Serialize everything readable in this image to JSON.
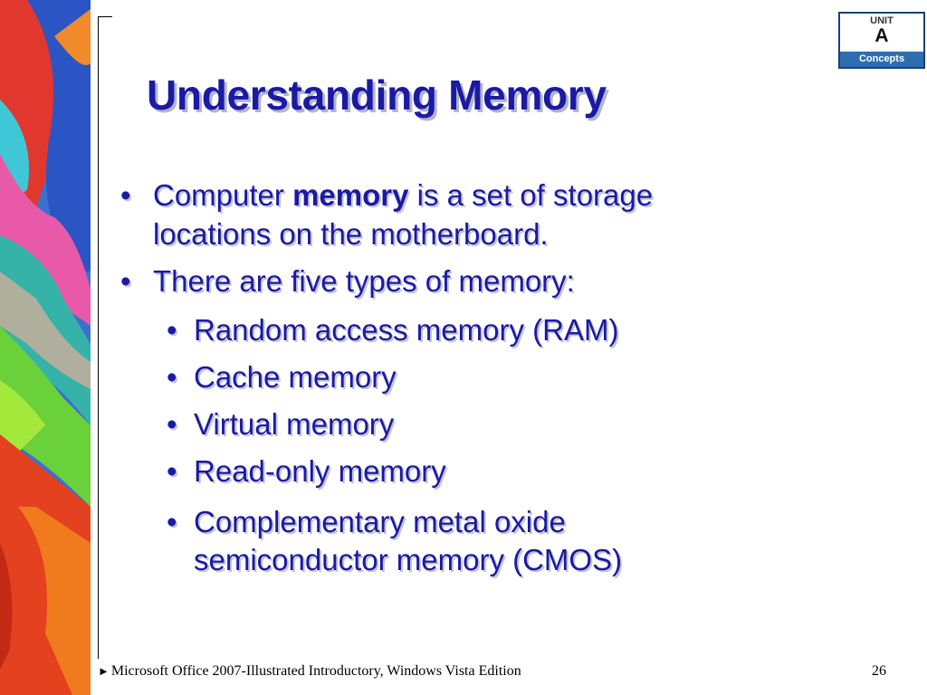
{
  "badge": {
    "top": "UNIT",
    "letter": "A",
    "bottom": "Concepts"
  },
  "slide": {
    "title": "Understanding Memory",
    "bullet1": {
      "pre": "Computer ",
      "bold": "memory",
      "post": " is a set of storage",
      "line2": "locations on the motherboard."
    },
    "bullet2": "There are five types of memory:",
    "sub": [
      "Random access memory (RAM)",
      "Cache memory",
      "Virtual memory",
      "Read-only memory"
    ],
    "sub5_line1": "Complementary metal oxide",
    "sub5_line2": "semiconductor memory (CMOS)",
    "bullet_char": "•"
  },
  "footer": {
    "arrow": "►",
    "text": "Microsoft Office 2007-Illustrated Introductory, Windows Vista Edition",
    "page": "26"
  },
  "colors": {
    "title": "#1a1aa3",
    "badge_blue": "#2d6fae"
  }
}
